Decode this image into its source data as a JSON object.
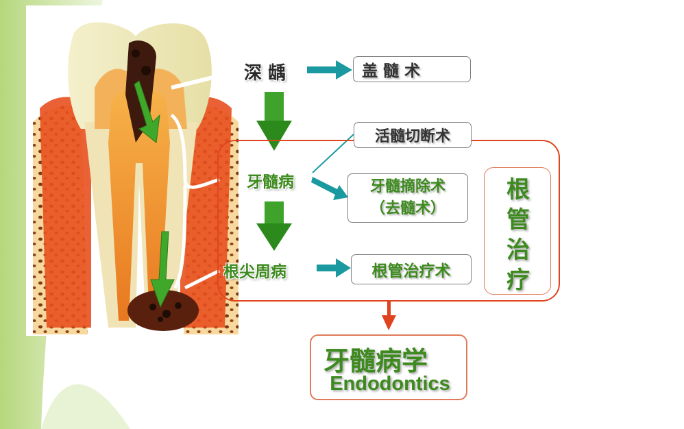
{
  "stages": {
    "deep_caries": "深 龋",
    "pulp_disease": "牙髓病",
    "periapical": "根尖周病"
  },
  "treatments": {
    "pulp_capping": "盖 髓 术",
    "pulpotomy": "活髓切断术",
    "pulpectomy_line1": "牙髓摘除术",
    "pulpectomy_line2": "（去髓术）",
    "root_canal_therapy": "根管治疗术"
  },
  "group_label": {
    "chars": [
      "根",
      "管",
      "治",
      "疗"
    ]
  },
  "discipline": {
    "chinese": "牙髓病学",
    "english": "Endodontics"
  },
  "colors": {
    "green_text": "#3d8a1e",
    "frame_red": "#e0441f",
    "teal_arrow": "#1a9aa0",
    "green_arrow": "#2f9a1f"
  }
}
